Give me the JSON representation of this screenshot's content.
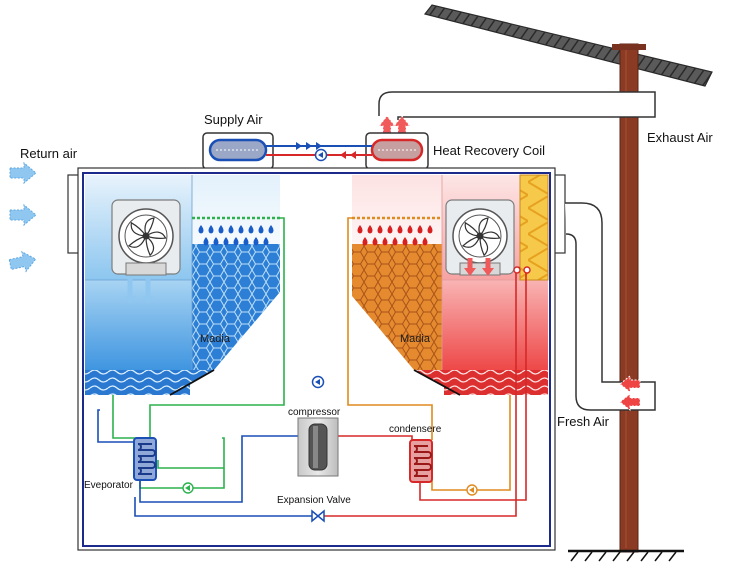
{
  "labels": {
    "supply_air": "Supply Air",
    "heat_recovery_coil": "Heat Recovery Coil",
    "exhaust_air": "Exhaust Air",
    "return_air": "Return air",
    "fresh_air": "Fresh Air",
    "media_left": "Madia",
    "media_right": "Madia",
    "compressor": "compressor",
    "condensere": "condensere",
    "evaporator": "Eveporator",
    "expansion_valve": "Expansion Valve"
  },
  "colors": {
    "cold_blue": "#1a4fb5",
    "hot_red": "#d62828",
    "condenser_water": "#e08a1e",
    "evaporator_water": "#2bb24c",
    "frame_navy": "#1c2a8c",
    "chimney_brown": "#8b3a24"
  },
  "icons": [
    "fan-icon",
    "pump-icon",
    "valve-icon",
    "water-drop-icon",
    "air-arrow-icon"
  ]
}
